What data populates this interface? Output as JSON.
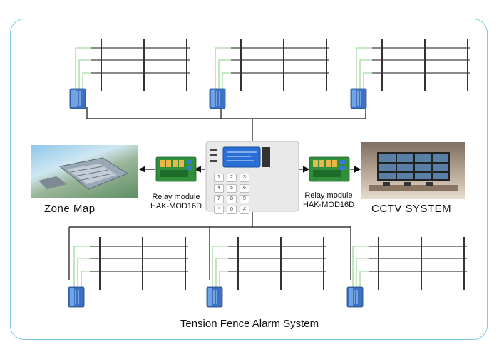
{
  "diagram": {
    "title": "Tension Fence Alarm System",
    "left_relay": {
      "line1": "Relay module",
      "line2": "HAK-MOD16D"
    },
    "right_relay": {
      "line1": "Relay module",
      "line2": "HAK-MOD16D"
    },
    "zone_map_label": "Zone Map",
    "cctv_label": "CCTV SYSTEM",
    "keypad_keys": [
      "1",
      "2",
      "3",
      "4",
      "5",
      "6",
      "7",
      "8",
      "9",
      "*",
      "0",
      "#"
    ],
    "colors": {
      "frame": "#7fc9e6",
      "fence_wire": "#8fd18a",
      "post": "#333333",
      "controller_screen": "#2a6fd6",
      "relay_board": "#2f8f3a"
    }
  }
}
